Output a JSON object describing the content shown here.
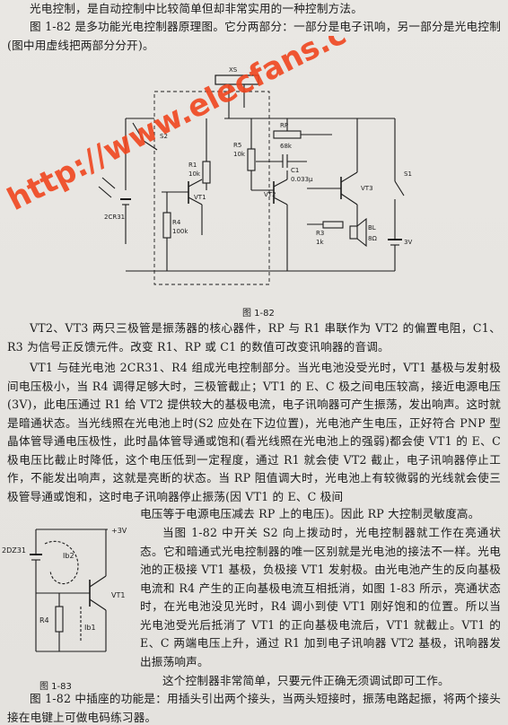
{
  "paragraphs": {
    "p0": "光电控制，是自动控制中比较简单但却非常实用的一种控制方法。",
    "p1": "图 1-82 是多功能光电控制器原理图。它分两部分：一部分是电子讯响，另一部分是光电控制(图中用虚线把两部分分开)。",
    "p2": "VT2、VT3 两只三极管是振荡器的核心器件，RP 与 R1 串联作为 VT2 的偏置电阻，C1、R3 为信号正反馈元件。改变 R1、RP 或 C1 的数值可改变讯响器的音调。",
    "p3": "VT1 与硅光电池 2CR31、R4 组成光电控制部分。当光电池没受光时，VT1 基极与发射极间电压极小，当 R4 调得足够大时，三极管截止；VT1 的 E、C 极之间电压较高，接近电源电压(3V)，此电压通过 R1 给 VT2 提供较大的基极电流，电子讯响器可产生振荡，发出响声。这时就是暗通状态。当光线照在光电池上时(S2 应处在下边位置)，光电池产生电压，正好符合 PNP 型晶体管导通电压极性，此时晶体管导通或饱和(看光线照在光电池上的强弱)都会使 VT1 的 E、C 极电压比截止时降低，这个电压低到一定程度，通过 R1 就会使 VT2 截止，电子讯响器停止工作，不能发出响声，这就是亮断的状态。当 RP 阻值调大时，光电池上有较微弱的光线就会使三极管导通或饱和，这时电子讯响器停止振荡(因 VT1 的 E、C 极间",
    "p3b": "电压等于电源电压减去 RP 上的电压)。因此 RP 大控制灵敏度高。",
    "p4": "当图 1-82 中开关 S2 向上拨动时，光电控制器就工作在亮通状态。它和暗通式光电控制器的唯一区别就是光电池的接法不一样。光电池的正极接 VT1 基极，负极接 VT1 发射极。由光电池产生的反向基极电流和 R4 产生的正向基极电流互相抵消，如图 1-83 所示，亮通状态时，在光电池没见光时，R4 调小到使 VT1 刚好饱和的位置。所以当光电池受光后抵消了 VT1 的正向基极电流后，VT1 就截止。VT1 的 E、C 两端电压上升，通过 R1 加到电子讯响器 VT2 基极，讯响器发出振荡响声。",
    "p5": "这个控制器非常简单，只要元件正确无须调试即可工作。",
    "p6": "图 1-82 中插座的功能是：用插头引出两个接头，当两头短接时，振荡电路起振，将两个接头接在电键上可做电码练习器。"
  },
  "figure1": {
    "caption": "图 1-82",
    "labels": {
      "xs": "XS",
      "s2": "S2",
      "rp": "RP",
      "rp_val": "68k",
      "r5": "R5",
      "r5_val": "10k",
      "r1": "R1",
      "r1_val": "10k",
      "c1": "C1",
      "c1_val": "0.033μ",
      "vt1": "VT1",
      "vt2": "VT2",
      "vt3": "VT3",
      "r4": "R4",
      "r4_val": "100k",
      "cell": "2CR31",
      "r3": "R3",
      "r3_val": "1k",
      "bl": "BL",
      "bl_val": "8Ω",
      "s1": "S1",
      "v": "3V"
    }
  },
  "figure2": {
    "caption": "图 1-83",
    "labels": {
      "v": "+3V",
      "cell": "2DZ31",
      "ib2": "Ib2",
      "ib1": "Ib1",
      "vt1": "VT1",
      "r4": "R4"
    }
  },
  "watermark": "http://www.elecfans.com",
  "colors": {
    "watermark": "#f0451e",
    "ink": "#1b1b1b"
  }
}
